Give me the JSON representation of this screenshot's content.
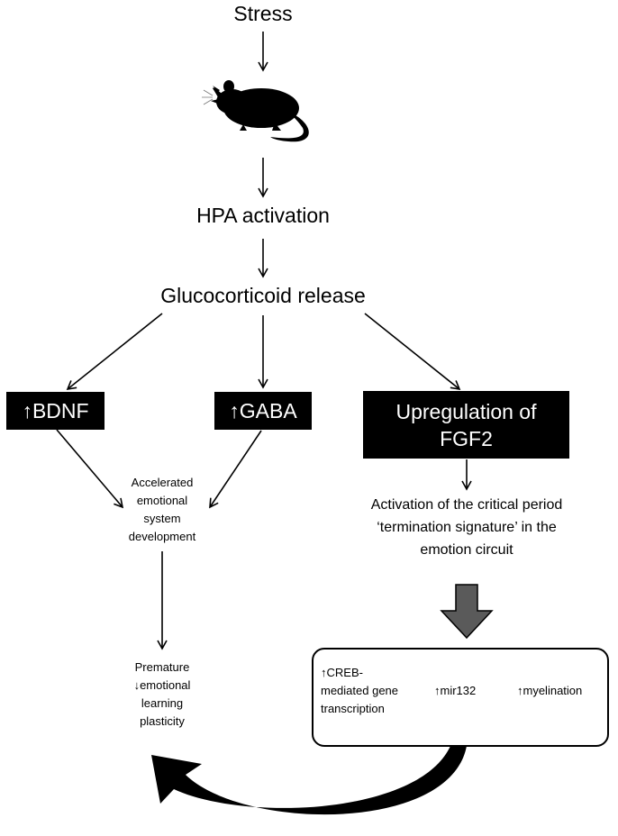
{
  "nodes": {
    "stress": "Stress",
    "hpa": "HPA activation",
    "glucocorticoid": "Glucocorticoid release",
    "bdnf": "↑BDNF",
    "gaba": "↑GABA",
    "fgf2_line1": "Upregulation of",
    "fgf2_line2": "FGF2",
    "accelerated": [
      "Accelerated",
      "emotional",
      "system",
      "development"
    ],
    "activation": [
      "Activation of the critical period",
      "‘termination signature’ in the",
      "emotion circuit"
    ],
    "premature": [
      "Premature",
      "↓emotional",
      "learning",
      "plasticity"
    ],
    "creb": [
      "↑CREB-",
      "mediated gene",
      "transcription"
    ],
    "mir132": "↑mir132",
    "myelination": "↑myelination"
  },
  "icons": {
    "rat": "rat-silhouette-icon",
    "block_arrow": "down-block-arrow-icon",
    "curved_arrow": "curved-feedback-arrow-icon"
  },
  "colors": {
    "box_fill": "#000000",
    "box_text": "#ffffff",
    "block_arrow": "#5a5a5a"
  }
}
